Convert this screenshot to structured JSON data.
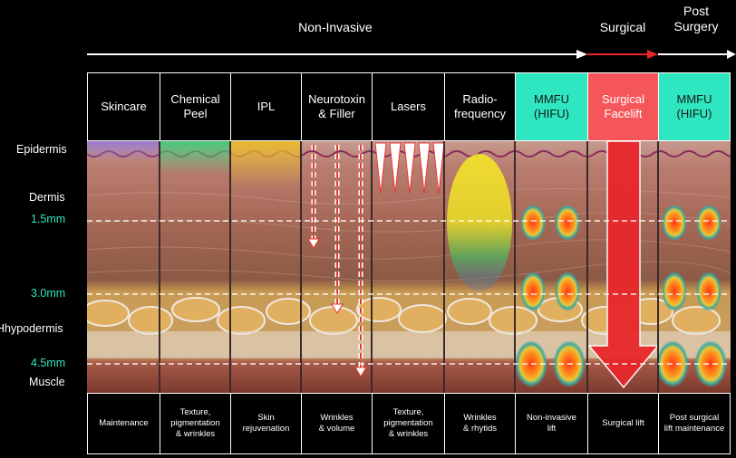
{
  "phases": {
    "non_invasive": "Non-Invasive",
    "surgical": "Surgical",
    "post_surgery": "Post\nSurgery"
  },
  "layers": {
    "epidermis": "Epidermis",
    "dermis": "Dermis",
    "depth_1": "1.5mm",
    "depth_2": "3.0mm",
    "hypodermis": "Hhypodermis",
    "depth_3": "4.5mm",
    "muscle": "Muscle"
  },
  "columns": [
    {
      "header": "Skincare",
      "footer": "Maintenance"
    },
    {
      "header": "Chemical\nPeel",
      "footer": "Texture,\npigmentation\n& wrinkles"
    },
    {
      "header": "IPL",
      "footer": "Skin\nrejuvenation"
    },
    {
      "header": "Neurotoxin\n& Filler",
      "footer": "Wrinkles\n& volume"
    },
    {
      "header": "Lasers",
      "footer": "Texture,\npigmentation\n& wrinkles"
    },
    {
      "header": "Radio-\nfrequency",
      "footer": "Wrinkles\n& rhytids"
    },
    {
      "header": "MMFU\n(HIFU)",
      "footer": "Non-invasive\nlift"
    },
    {
      "header": "Surgical\nFacelift",
      "footer": "Surgical lift"
    },
    {
      "header": "MMFU\n(HIFU)",
      "footer": "Post surgical\nlift maintenance"
    }
  ],
  "colors": {
    "teal": "#2ee6bf",
    "red": "#f5565a",
    "arrow_red": "#e8272b"
  }
}
